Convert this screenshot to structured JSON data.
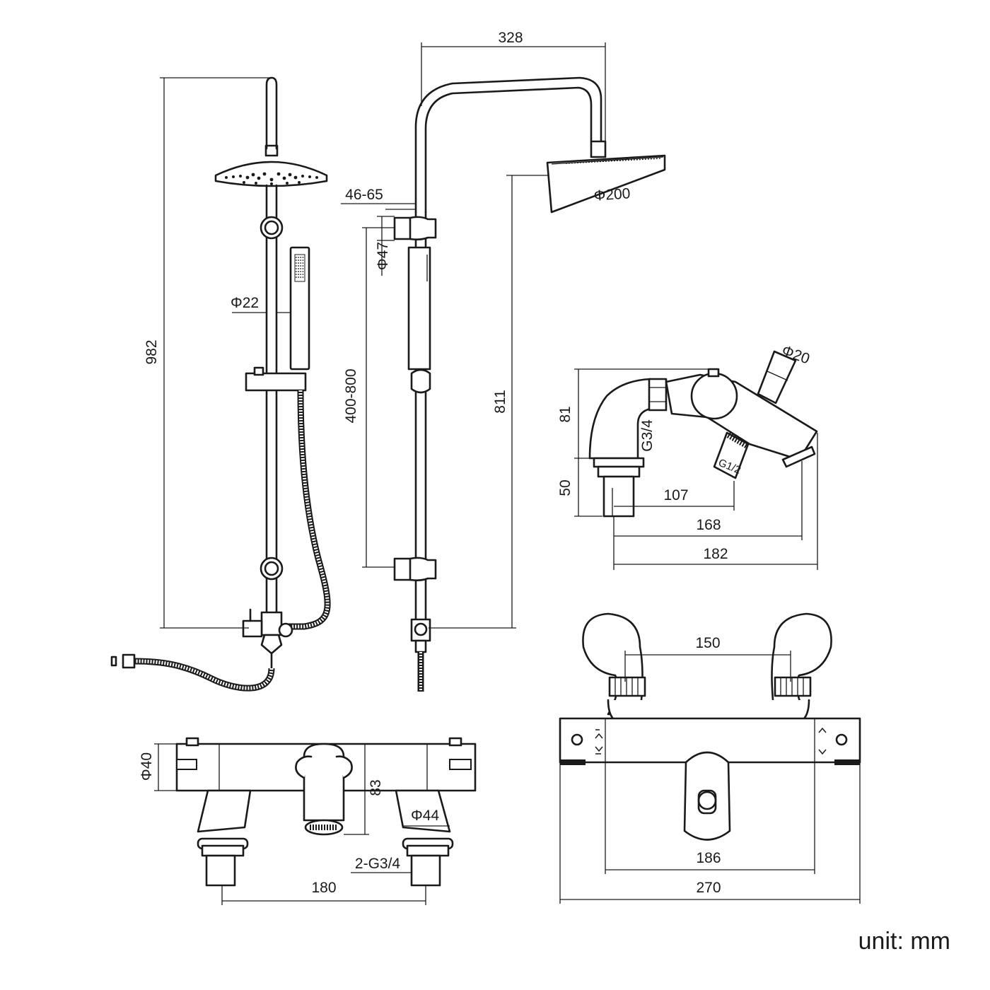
{
  "unit": "unit: mm",
  "dimensions": {
    "d328": "328",
    "d982": "982",
    "d4665": "46-65",
    "d47": "Φ47",
    "d22": "Φ22",
    "d400800": "400-800",
    "d811": "811",
    "d200": "Φ200",
    "d20": "Φ20",
    "d81": "81",
    "g34": "G3/4",
    "g12": "G1/2",
    "d50": "50",
    "d107": "107",
    "d168": "168",
    "d182": "182",
    "d150": "150",
    "d186": "186",
    "d270": "270",
    "d40": "Φ40",
    "d83": "83",
    "d44": "Φ44",
    "g34x2": "2-G3/4",
    "d180": "180"
  }
}
